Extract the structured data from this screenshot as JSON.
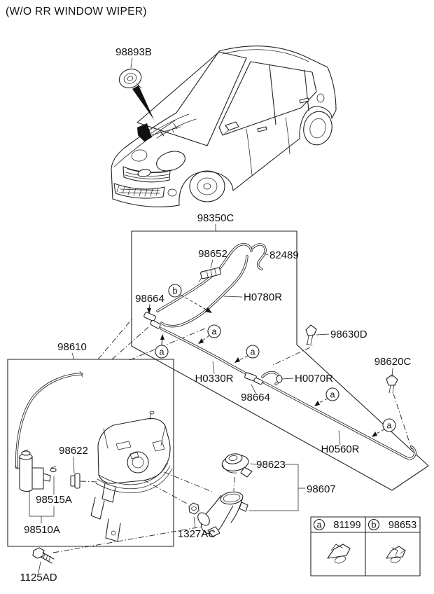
{
  "title": "(W/O RR WINDOW WIPER)",
  "colors": {
    "line": "#222222",
    "text": "#111111",
    "background": "#ffffff"
  },
  "parts": {
    "hood_grommet": "98893B",
    "washer_hose_assy": "98350C",
    "hose_clip": "98652",
    "elbow_hose": "82489",
    "hose_connector_upper": "98664",
    "hose_front": "H0780R",
    "hose_mid": "H0330R",
    "hose_connector_lower": "98664",
    "hose_joint": "H0070R",
    "nozzle_right": "98630D",
    "nozzle_left": "98620C",
    "hose_rear": "H0560R",
    "reservoir_assy": "98610",
    "reservoir_grommet": "98622",
    "pump_seal": "98515A",
    "washer_pump": "98510A",
    "bolt": "1125AD",
    "nut": "1327AC",
    "filler_cap": "98623",
    "filler_neck": "98607"
  },
  "callouts": {
    "a": "a",
    "b": "b"
  },
  "legend": {
    "items": [
      {
        "key": "a",
        "part_no": "81199"
      },
      {
        "key": "b",
        "part_no": "98653"
      }
    ]
  }
}
